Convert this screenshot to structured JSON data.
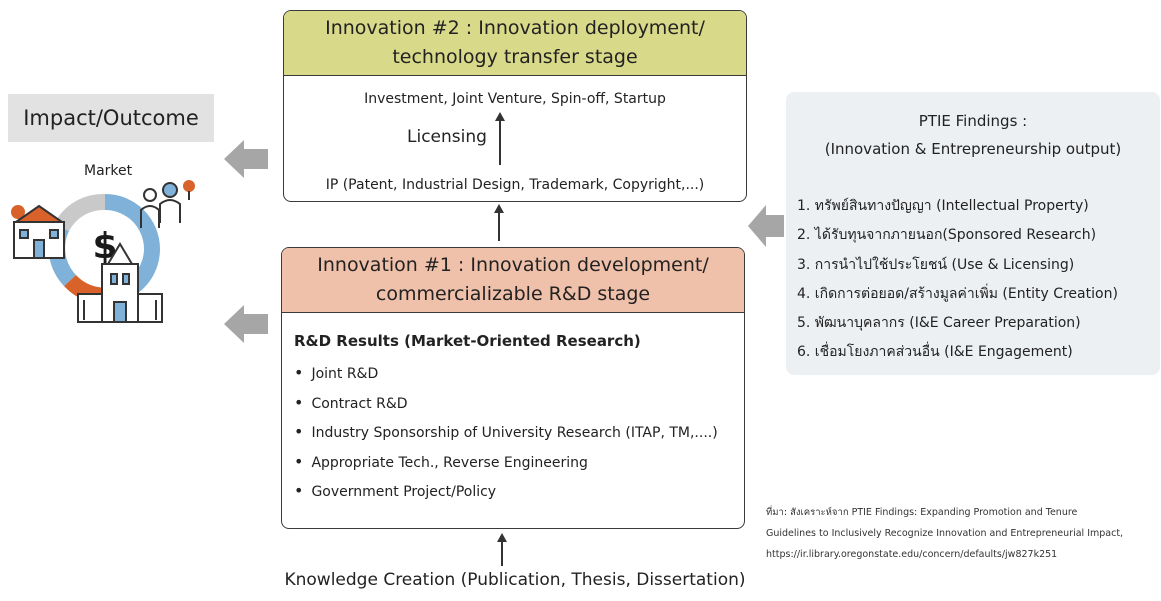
{
  "innovation2": {
    "title_line1": "Innovation #2 : Innovation deployment/",
    "title_line2": "technology transfer stage",
    "top_text": "Investment, Joint Venture, Spin-off, Startup",
    "licensing": "Licensing",
    "bottom_text": "IP (Patent, Industrial Design, Trademark, Copyright,...)"
  },
  "innovation1": {
    "title_line1": "Innovation #1 : Innovation development/",
    "title_line2": "commercializable R&D stage",
    "results_title": "R&D Results (Market-Oriented Research)",
    "items": [
      "Joint R&D",
      "Contract R&D",
      "Industry Sponsorship of University Research (ITAP, TM,....)",
      "Appropriate Tech., Reverse Engineering",
      "Government Project/Policy"
    ]
  },
  "impact": {
    "label": "Impact/Outcome",
    "market": "Market"
  },
  "findings": {
    "title": "PTIE Findings :",
    "subtitle": "(Innovation & Entrepreneurship output)",
    "items": [
      "1.  ทรัพย์สินทางปัญญา (Intellectual Property)",
      "2.  ได้รับทุนจากภายนอก(Sponsored Research)",
      "3.  การนำไปใช้ประโยชน์ (Use & Licensing)",
      "4.  เกิดการต่อยอด/สร้างมูลค่าเพิ่ม (Entity Creation)",
      "5.  พัฒนาบุคลากร (I&E Career Preparation)",
      "6.  เชื่อมโยงภาคส่วนอื่น (I&E Engagement)"
    ]
  },
  "source": {
    "line1": "ที่มา: สังเคราะห์จาก PTIE Findings: Expanding Promotion and Tenure",
    "line2": "Guidelines to Inclusively Recognize Innovation and Entrepreneurial Impact,",
    "line3": "https://ir.library.oregonstate.edu/concern/defaults/jw827k251"
  },
  "knowledge": "Knowledge Creation (Publication, Thesis, Dissertation)",
  "icons": {
    "dollar": "dollar-icon",
    "people": "people-icon",
    "school": "school-building-icon",
    "church": "university-building-icon"
  },
  "colors": {
    "innovation2_header": "#d9d98a",
    "innovation1_header": "#f0c1aa",
    "findings_bg": "#edf0f3",
    "impact_bg": "#e2e2e2",
    "arrow_gray": "#a6a6a6",
    "ring_blue": "#7fb1d9",
    "ring_orange": "#d9622b",
    "ring_gray": "#c9c9c9"
  }
}
